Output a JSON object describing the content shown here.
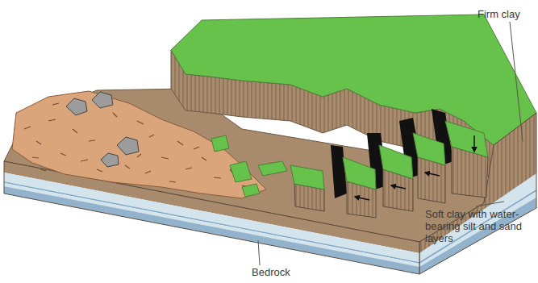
{
  "diagram": {
    "labels": [
      "Firm clay",
      "Soft clay with water-bearing silt and sand layers",
      "Bedrock"
    ]
  }
}
